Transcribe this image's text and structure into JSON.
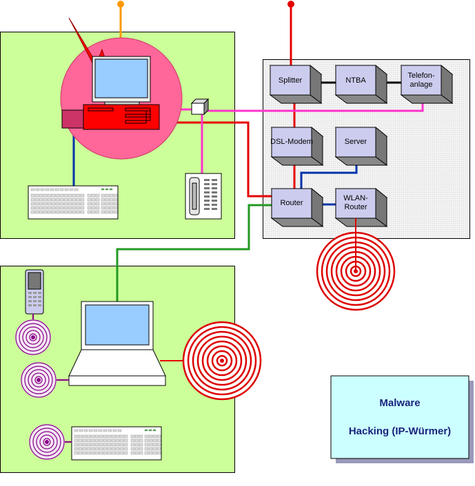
{
  "devices": {
    "splitter": "Splitter",
    "ntba": "NTBA",
    "telefonanlage_1": "Telefon-",
    "telefonanlage_2": "anlage",
    "dsl_modem": "DSL-Modem",
    "server": "Server",
    "router": "Router",
    "wlan_router_1": "WLAN-",
    "wlan_router_2": "Router"
  },
  "info_box": {
    "line1": "Malware",
    "line2": "Hacking (IP-Würmer)"
  },
  "colors": {
    "zone_green": "#ccff99",
    "zone_gray": "#f0f0f0",
    "device_box": "#ccccee",
    "info_box": "#ccffff",
    "attack_circle": "#ff6699",
    "cable_red": "#e60000",
    "cable_magenta": "#ff33cc",
    "cable_blue": "#0033aa",
    "cable_green": "#229922",
    "cable_orange": "#ff9900",
    "wireless_red": "#dd0000",
    "wireless_purple": "#880088"
  }
}
